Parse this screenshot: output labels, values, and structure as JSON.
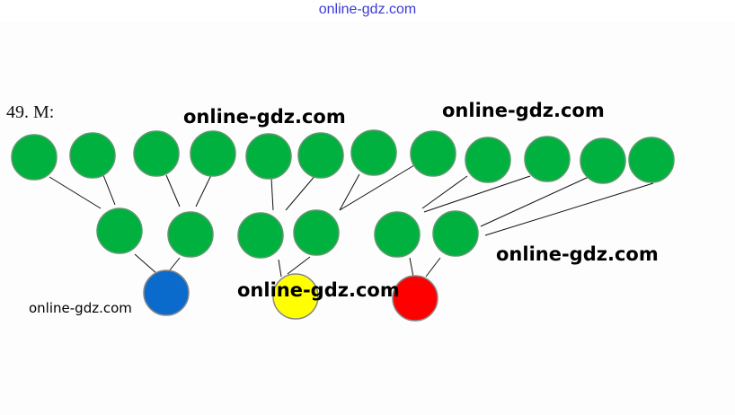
{
  "header": {
    "site": "online-gdz.com"
  },
  "problem_label": "49. M:",
  "watermarks": [
    "online-gdz.com",
    "online-gdz.com",
    "online-gdz.com",
    "online-gdz.com",
    "online-gdz.com"
  ],
  "colors": {
    "green": "#00b140",
    "blue": "#0a6bcc",
    "yellow": "#ffff00",
    "red": "#ff0000",
    "line": "#111111"
  },
  "diagram": {
    "top_level_count": 12,
    "middle_level_count": 6,
    "bottom_level": [
      "blue",
      "yellow",
      "red"
    ]
  }
}
